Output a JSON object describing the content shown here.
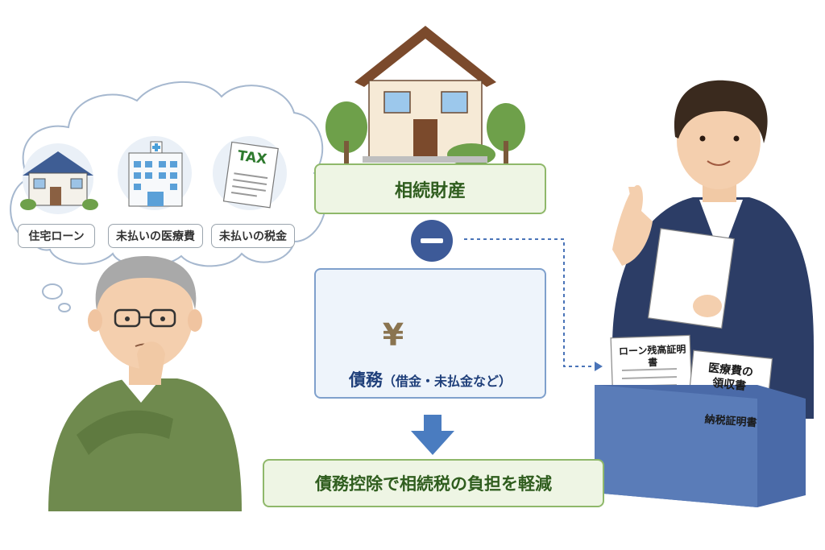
{
  "thought_bubble": {
    "items": [
      {
        "label": "住宅ローン",
        "icon": "house-icon"
      },
      {
        "label": "未払いの医療費",
        "icon": "hospital-icon"
      },
      {
        "label": "未払いの税金",
        "icon": "tax-document-icon",
        "doc_text": "TAX"
      }
    ]
  },
  "estate": {
    "label": "相続財産",
    "icon": "house-icon"
  },
  "operator": {
    "symbol": "－",
    "icon": "minus-icon"
  },
  "debt": {
    "label_main": "債務",
    "label_sub": "（借金・未払金など）",
    "money_symbol": "¥"
  },
  "result": {
    "label": "債務控除で相続税の負担を軽減"
  },
  "documents": [
    {
      "label": "ローン残高証明書"
    },
    {
      "label": "医療費の\n領収書"
    },
    {
      "label": "納税証明書"
    }
  ],
  "colors": {
    "green_accent": "#8fb86a",
    "green_text": "#2f5d1e",
    "blue_accent": "#4a74b8",
    "navy_circle": "#3d5a98",
    "arrow_blue": "#4a7cc0"
  }
}
